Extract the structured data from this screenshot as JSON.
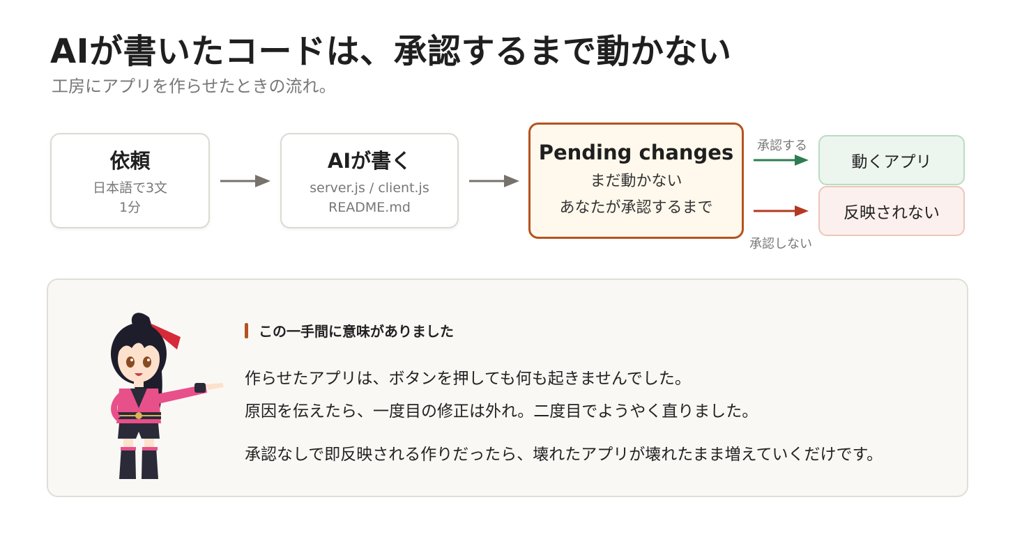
{
  "header": {
    "title": "AIが書いたコードは、承認するまで動かない",
    "subtitle": "工房にアプリを作らせたときの流れ。"
  },
  "flow": {
    "steps": [
      {
        "title": "依頼",
        "lines": [
          "日本語で3文",
          "1分"
        ]
      },
      {
        "title": "AIが書く",
        "lines": [
          "server.js / client.js",
          "README.md"
        ]
      },
      {
        "title": "Pending changes",
        "lines": [
          "まだ動かない",
          "あなたが承認するまで"
        ]
      }
    ],
    "branches": {
      "approve": {
        "label": "承認する",
        "result": "動くアプリ"
      },
      "reject": {
        "label": "承認しない",
        "result": "反映されない"
      }
    }
  },
  "note": {
    "heading": "この一手間に意味がありました",
    "paragraphs": [
      "作らせたアプリは、ボタンを押しても何も起きませんでした。",
      "原因を伝えたら、一度目の修正は外れ。二度目でようやく直りました。",
      "承認なしで即反映される作りだったら、壊れたアプリが壊れたまま増えていくだけです。"
    ]
  },
  "colors": {
    "accent": "#b5521e",
    "approve": "#2e7d52",
    "reject": "#b23a22",
    "arrow": "#77716b"
  }
}
